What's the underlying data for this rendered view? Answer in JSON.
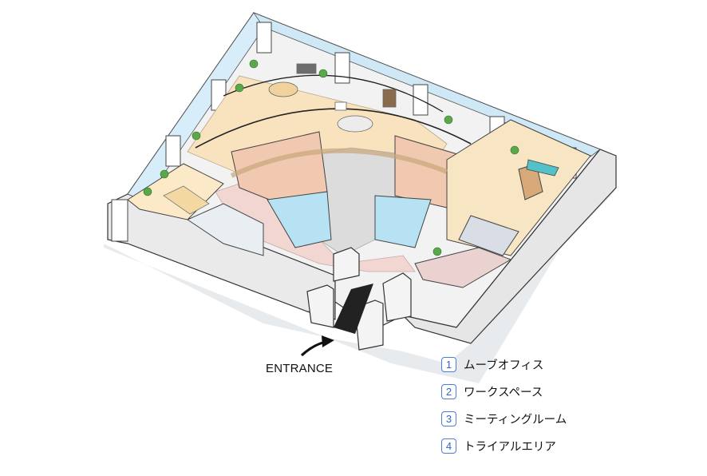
{
  "entrance_label": "ENTRANCE",
  "legend": [
    {
      "number": "1",
      "label": "ムーブオフィス"
    },
    {
      "number": "2",
      "label": "ワークスペース"
    },
    {
      "number": "3",
      "label": "ミーティングルーム"
    },
    {
      "number": "4",
      "label": "トライアルエリア"
    }
  ],
  "colors": {
    "outer_wall": "#ececec",
    "floor_warm": "#f8e4c2",
    "floor_pink": "#f1d3d0",
    "floor_gray": "#d9d9d9",
    "window_blue": "#cfe9f7",
    "glass": "#aee0f2",
    "accent_wood": "#e6a36b",
    "entrance_dark": "#222222",
    "legend_blue": "#2f66c8"
  }
}
